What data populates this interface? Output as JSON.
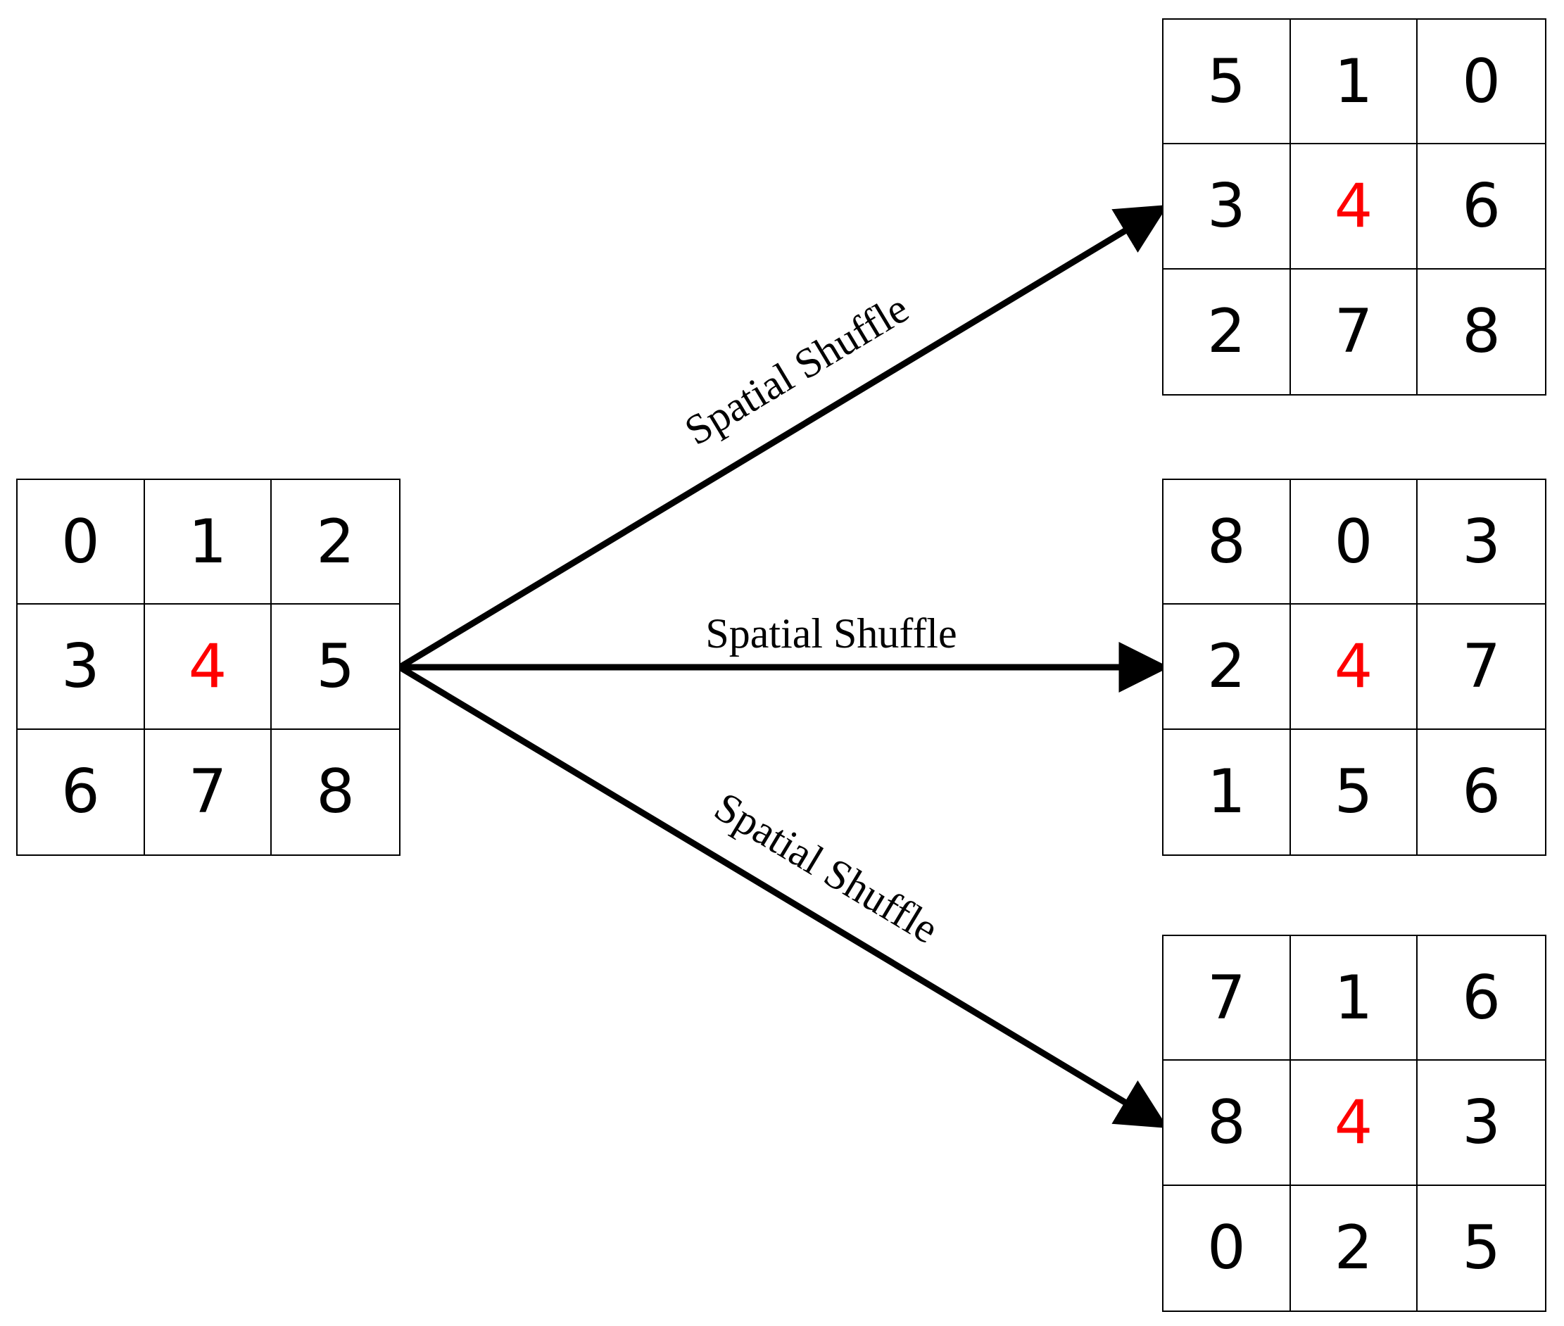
{
  "source_grid": {
    "cells": [
      "0",
      "1",
      "2",
      "3",
      "4",
      "5",
      "6",
      "7",
      "8"
    ],
    "highlight_index": 4
  },
  "arrows": [
    {
      "label": "Spatial Shuffle"
    },
    {
      "label": "Spatial Shuffle"
    },
    {
      "label": "Spatial Shuffle"
    }
  ],
  "output_grids": [
    {
      "cells": [
        "5",
        "1",
        "0",
        "3",
        "4",
        "6",
        "2",
        "7",
        "8"
      ],
      "highlight_index": 4
    },
    {
      "cells": [
        "8",
        "0",
        "3",
        "2",
        "4",
        "7",
        "1",
        "5",
        "6"
      ],
      "highlight_index": 4
    },
    {
      "cells": [
        "7",
        "1",
        "6",
        "8",
        "4",
        "3",
        "0",
        "2",
        "5"
      ],
      "highlight_index": 4
    }
  ],
  "colors": {
    "highlight": "#ff0000",
    "text": "#000000",
    "line": "#000000",
    "background": "#ffffff"
  }
}
